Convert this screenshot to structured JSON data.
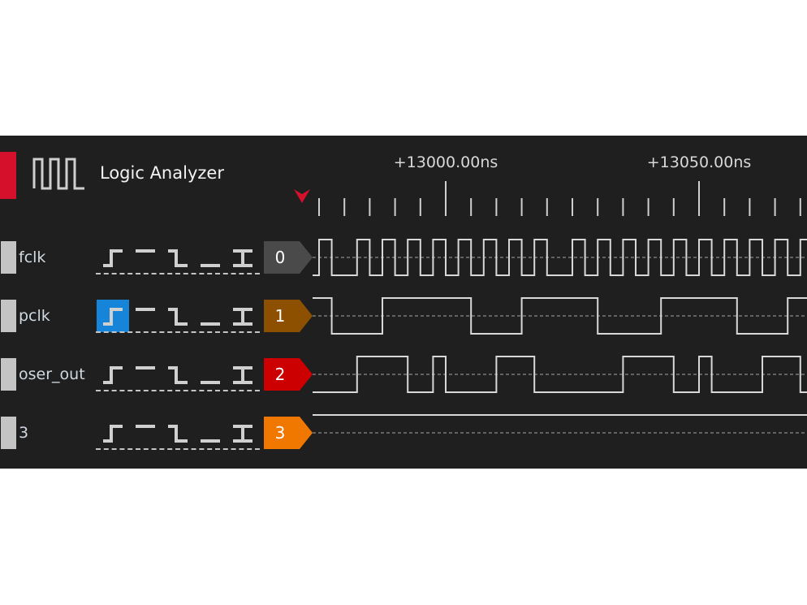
{
  "header": {
    "title": "Logic Analyzer",
    "logo_icon": "square-wave-icon",
    "accent_color": "#d4102a"
  },
  "timeline": {
    "labels": [
      {
        "text": "+13000.00ns",
        "t": 13000
      },
      {
        "text": "+13050.00ns",
        "t": 13050
      }
    ],
    "minor_tick_ns": 5,
    "major_tick_ns": 50,
    "view_start_ns": 12973.7,
    "view_end_ns": 13071.3,
    "trigger_marker_color": "#d4102a"
  },
  "trigger_options": [
    "rising-edge-icon",
    "high-level-icon",
    "falling-edge-icon",
    "low-level-icon",
    "either-edge-icon"
  ],
  "channels": [
    {
      "name": "fclk",
      "index": "0",
      "color": "#4a4a4a",
      "selected_trigger": null,
      "initial": 0,
      "edges": [
        12975,
        12977.5,
        12982.5,
        12985,
        12987.5,
        12990,
        12992.5,
        12995,
        12997.5,
        13000,
        13002.5,
        13005,
        13007.5,
        13010,
        13012.5,
        13015,
        13017.5,
        13020,
        13025,
        13027.5,
        13030,
        13032.5,
        13035,
        13037.5,
        13040,
        13042.5,
        13045,
        13047.5,
        13050,
        13052.5,
        13055,
        13057.5,
        13060,
        13062.5,
        13065,
        13067.5,
        13070
      ]
    },
    {
      "name": "pclk",
      "index": "1",
      "color": "#8c5000",
      "selected_trigger": 0,
      "initial": 1,
      "edges": [
        12977.5,
        12987.5,
        13005,
        13015,
        13030,
        13042.5,
        13057.5,
        13067.5
      ]
    },
    {
      "name": "oser_out",
      "index": "2",
      "color": "#cc0000",
      "selected_trigger": null,
      "initial": 0,
      "edges": [
        12982.5,
        12992.5,
        12997.5,
        13000,
        13010,
        13017.5,
        13035,
        13045,
        13050,
        13052.5,
        13062.5,
        13070
      ]
    },
    {
      "name": "3",
      "index": "3",
      "color": "#f07800",
      "selected_trigger": null,
      "initial": 1,
      "edges": []
    }
  ]
}
